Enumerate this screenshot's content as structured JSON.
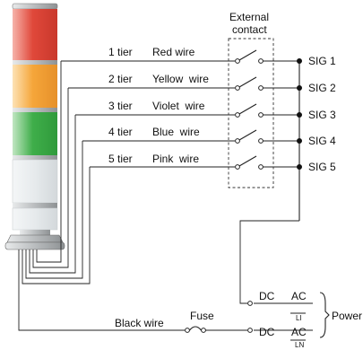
{
  "external_contact": {
    "line1": "External",
    "line2": "contact"
  },
  "tiers": [
    {
      "tier": "1 tier",
      "wire": "Red wire",
      "sig": "SIG 1"
    },
    {
      "tier": "2 tier",
      "wire": "Yellow  wire",
      "sig": "SIG 2"
    },
    {
      "tier": "3 tier",
      "wire": "Violet  wire",
      "sig": "SIG 3"
    },
    {
      "tier": "4 tier",
      "wire": "Blue  wire",
      "sig": "SIG 4"
    },
    {
      "tier": "5 tier",
      "wire": "Pink  wire",
      "sig": "SIG 5"
    }
  ],
  "black_wire": "Black wire",
  "fuse": "Fuse",
  "power": {
    "dc1": "DC",
    "ac1": "AC",
    "ac1_sub": "LI",
    "dc2": "DC",
    "ac2": "AC",
    "ac2_sub": "LN",
    "label": "Power"
  },
  "colors": {
    "red": "#e0483a",
    "amber": "#f5a63a",
    "green": "#3fae4a",
    "housing": "#b9bcbe"
  }
}
